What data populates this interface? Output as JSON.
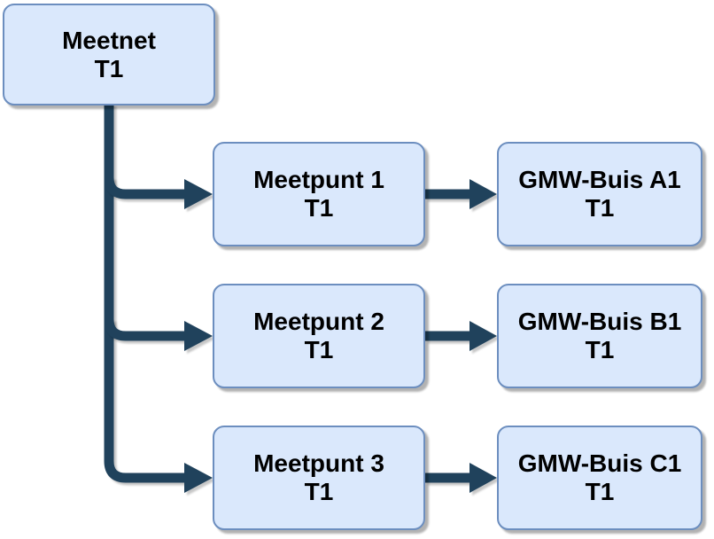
{
  "diagram": {
    "type": "tree",
    "colors": {
      "node_fill": "#dae8fc",
      "node_border": "#6c8ebf",
      "arrow": "#20425c",
      "text": "#000000",
      "background": "#ffffff"
    },
    "nodes": {
      "meetnet": {
        "title": "Meetnet",
        "subtitle": "T1"
      },
      "meetpunt1": {
        "title": "Meetpunt 1",
        "subtitle": "T1"
      },
      "meetpunt2": {
        "title": "Meetpunt 2",
        "subtitle": "T1"
      },
      "meetpunt3": {
        "title": "Meetpunt 3",
        "subtitle": "T1"
      },
      "gmw_a1": {
        "title": "GMW-Buis A1",
        "subtitle": "T1"
      },
      "gmw_b1": {
        "title": "GMW-Buis B1",
        "subtitle": "T1"
      },
      "gmw_c1": {
        "title": "GMW-Buis C1",
        "subtitle": "T1"
      }
    },
    "edges": [
      {
        "from": "meetnet",
        "to": "meetpunt1"
      },
      {
        "from": "meetnet",
        "to": "meetpunt2"
      },
      {
        "from": "meetnet",
        "to": "meetpunt3"
      },
      {
        "from": "meetpunt1",
        "to": "gmw_a1"
      },
      {
        "from": "meetpunt2",
        "to": "gmw_b1"
      },
      {
        "from": "meetpunt3",
        "to": "gmw_c1"
      }
    ]
  }
}
